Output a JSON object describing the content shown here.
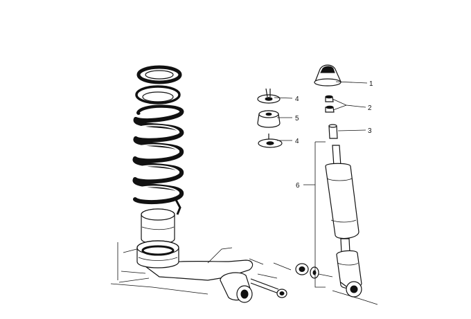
{
  "callouts": {
    "part_1": "1",
    "part_2": "2",
    "part_3": "3",
    "part_4a": "4",
    "part_4b": "4",
    "part_5": "5",
    "part_6": "6"
  },
  "colors": {
    "line": "#111111",
    "background": "#ffffff"
  }
}
